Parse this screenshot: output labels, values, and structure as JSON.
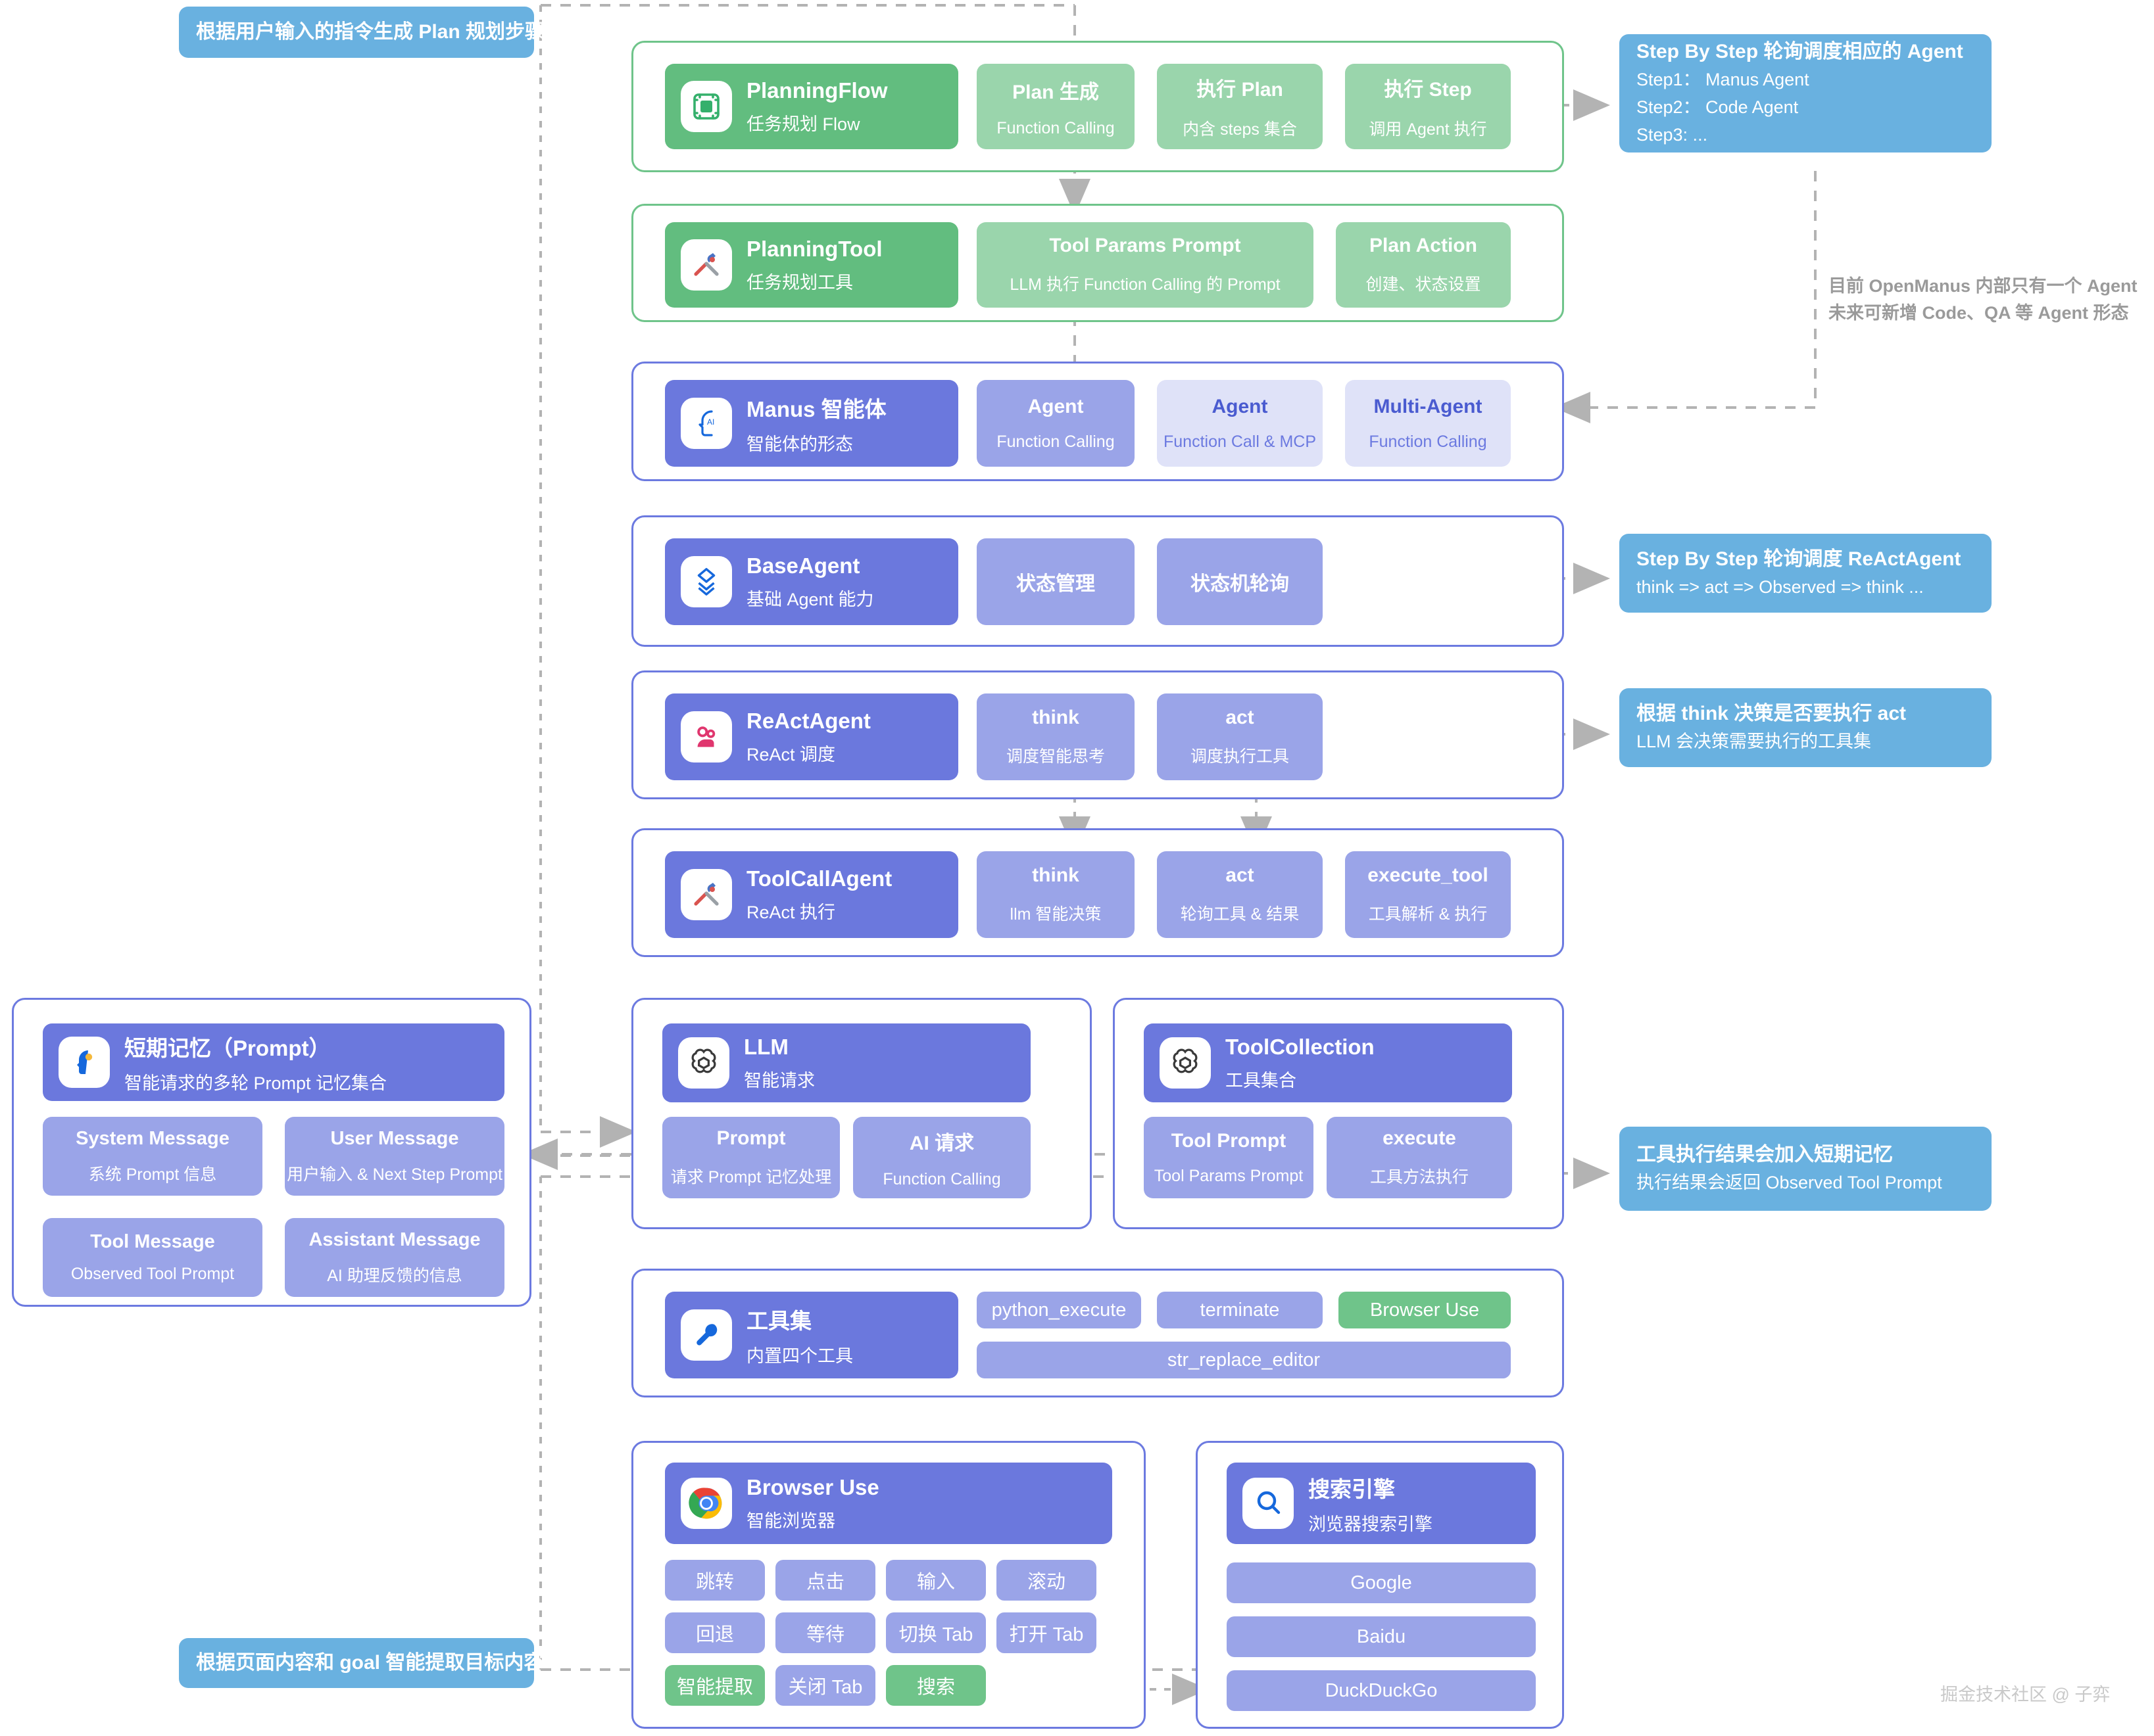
{
  "theme": {
    "blue_callout": "#69b1e0",
    "indigo": "#6b78dd",
    "indigo_light": "#9aa4e8",
    "indigo_pale": "#dfe2f8",
    "green": "#62bd7f",
    "green_light": "#9ad5ac",
    "connector_gray": "#b3b3b3"
  },
  "callouts": {
    "top_left": {
      "title": "根据用户输入的指令生成 Plan 规划步骤"
    },
    "step_by_step_agent": {
      "title": "Step By Step 轮询调度相应的 Agent",
      "lines": [
        "Step1： Manus Agent",
        "Step2： Code Agent",
        "Step3:  ..."
      ]
    },
    "openmanus_note": {
      "line1": "目前 OpenManus 内部只有一个 Agent",
      "line2": "未来可新增 Code、QA 等 Agent 形态"
    },
    "step_by_step_react": {
      "title": "Step By Step 轮询调度 ReActAgent",
      "lines": [
        "think => act => Observed => think ..."
      ]
    },
    "think_act": {
      "title": "根据 think 决策是否要执行 act",
      "lines": [
        "LLM 会决策需要执行的工具集"
      ]
    },
    "tool_memory": {
      "title": "工具执行结果会加入短期记忆",
      "lines": [
        "执行结果会返回 Observed Tool Prompt"
      ]
    },
    "bottom_left": {
      "title": "根据页面内容和 goal 智能提取目标内容"
    }
  },
  "rows": [
    {
      "id": "planning-flow",
      "accent": "green",
      "header": {
        "title": "PlanningFlow",
        "sub": "任务规划 Flow",
        "icon": "flow-chart-icon"
      },
      "tiles": [
        {
          "title": "Plan 生成",
          "sub": "Function Calling",
          "style": "green"
        },
        {
          "title": "执行 Plan",
          "sub": "内含 steps 集合",
          "style": "green"
        },
        {
          "title": "执行 Step",
          "sub": "调用 Agent 执行",
          "style": "green"
        }
      ]
    },
    {
      "id": "planning-tool",
      "accent": "green",
      "header": {
        "title": "PlanningTool",
        "sub": "任务规划工具",
        "icon": "tools-icon"
      },
      "tiles": [
        {
          "title": "Tool Params Prompt",
          "sub": "LLM 执行 Function Calling 的 Prompt",
          "style": "green"
        },
        {
          "title": "Plan Action",
          "sub": "创建、状态设置",
          "style": "green"
        }
      ]
    },
    {
      "id": "manus-agent",
      "accent": "indigo",
      "header": {
        "title": "Manus 智能体",
        "sub": "智能体的形态",
        "icon": "ai-head-icon"
      },
      "tiles": [
        {
          "title": "Agent",
          "sub": "Function Calling",
          "style": "indigo"
        },
        {
          "title": "Agent",
          "sub": "Function Call & MCP",
          "style": "pale"
        },
        {
          "title": "Multi-Agent",
          "sub": "Function Calling",
          "style": "pale"
        }
      ]
    },
    {
      "id": "base-agent",
      "accent": "indigo",
      "header": {
        "title": "BaseAgent",
        "sub": "基础 Agent 能力",
        "icon": "layers-icon"
      },
      "tiles": [
        {
          "title": "状态管理",
          "sub": "",
          "style": "indigo"
        },
        {
          "title": "状态机轮询",
          "sub": "",
          "style": "indigo"
        }
      ]
    },
    {
      "id": "react-agent",
      "accent": "indigo",
      "header": {
        "title": "ReActAgent",
        "sub": "ReAct 调度",
        "icon": "gears-hand-icon"
      },
      "tiles": [
        {
          "title": "think",
          "sub": "调度智能思考",
          "style": "indigo"
        },
        {
          "title": "act",
          "sub": "调度执行工具",
          "style": "indigo"
        }
      ]
    },
    {
      "id": "toolcall-agent",
      "accent": "indigo",
      "header": {
        "title": "ToolCallAgent",
        "sub": "ReAct 执行",
        "icon": "tools-icon"
      },
      "tiles": [
        {
          "title": "think",
          "sub": "llm 智能决策",
          "style": "indigo"
        },
        {
          "title": "act",
          "sub": "轮询工具 & 结果",
          "style": "indigo"
        },
        {
          "title": "execute_tool",
          "sub": "工具解析 & 执行",
          "style": "indigo"
        }
      ]
    }
  ],
  "memory_panel": {
    "header": {
      "title": "短期记忆（Prompt）",
      "sub": "智能请求的多轮 Prompt 记忆集合",
      "icon": "brain-idea-icon"
    },
    "tiles": [
      {
        "title": "System Message",
        "sub": "系统 Prompt 信息"
      },
      {
        "title": "User Message",
        "sub": "用户输入 & Next Step Prompt"
      },
      {
        "title": "Tool Message",
        "sub": "Observed Tool Prompt"
      },
      {
        "title": "Assistant Message",
        "sub": "AI 助理反馈的信息"
      }
    ]
  },
  "llm_panel": {
    "header": {
      "title": "LLM",
      "sub": "智能请求",
      "icon": "openai-icon"
    },
    "tiles": [
      {
        "title": "Prompt",
        "sub": "请求 Prompt 记忆处理"
      },
      {
        "title": "AI 请求",
        "sub": "Function Calling"
      }
    ]
  },
  "toolcollection_panel": {
    "header": {
      "title": "ToolCollection",
      "sub": "工具集合",
      "icon": "openai-icon"
    },
    "tiles": [
      {
        "title": "Tool Prompt",
        "sub": "Tool Params Prompt"
      },
      {
        "title": "execute",
        "sub": "工具方法执行"
      }
    ]
  },
  "toolset_panel": {
    "header": {
      "title": "工具集",
      "sub": "内置四个工具",
      "icon": "wrench-icon"
    },
    "chips": [
      {
        "label": "python_execute",
        "style": "indigo"
      },
      {
        "label": "terminate",
        "style": "indigo"
      },
      {
        "label": "Browser Use",
        "style": "green"
      },
      {
        "label": "str_replace_editor",
        "style": "indigo"
      }
    ]
  },
  "browser_panel": {
    "header": {
      "title": "Browser Use",
      "sub": "智能浏览器",
      "icon": "chrome-icon"
    },
    "chips": [
      {
        "label": "跳转",
        "style": "indigo"
      },
      {
        "label": "点击",
        "style": "indigo"
      },
      {
        "label": "输入",
        "style": "indigo"
      },
      {
        "label": "滚动",
        "style": "indigo"
      },
      {
        "label": "回退",
        "style": "indigo"
      },
      {
        "label": "等待",
        "style": "indigo"
      },
      {
        "label": "切换 Tab",
        "style": "indigo"
      },
      {
        "label": "打开 Tab",
        "style": "indigo"
      },
      {
        "label": "智能提取",
        "style": "green"
      },
      {
        "label": "关闭 Tab",
        "style": "indigo"
      },
      {
        "label": "搜索",
        "style": "green"
      }
    ]
  },
  "search_panel": {
    "header": {
      "title": "搜索引擎",
      "sub": "浏览器搜索引擎",
      "icon": "magnifier-icon"
    },
    "chips": [
      {
        "label": "Google",
        "style": "indigo"
      },
      {
        "label": "Baidu",
        "style": "indigo"
      },
      {
        "label": "DuckDuckGo",
        "style": "indigo"
      }
    ]
  },
  "watermark": {
    "text": "掘金技术社区 @ 子弈"
  }
}
